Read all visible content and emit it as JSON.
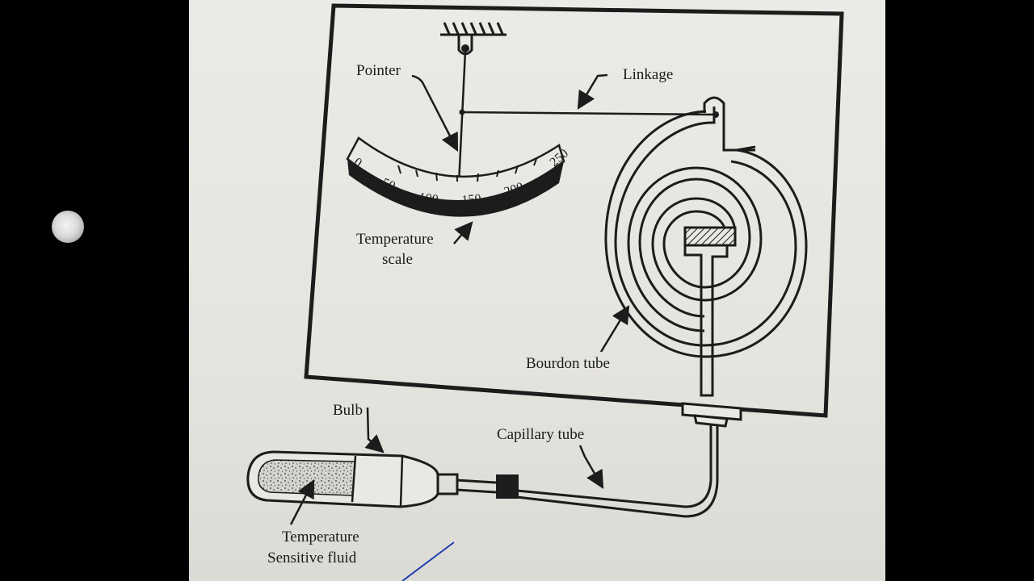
{
  "labels": {
    "pointer": "Pointer",
    "linkage": "Linkage",
    "temperature_scale_line1": "Temperature",
    "temperature_scale_line2": "scale",
    "bourdon_tube": "Bourdon tube",
    "bulb": "Bulb",
    "capillary_tube": "Capillary tube",
    "fluid_line1": "Temperature",
    "fluid_line2": "Sensitive fluid"
  },
  "scale_ticks": [
    "0",
    "50",
    "100",
    "150",
    "200",
    "250"
  ],
  "colors": {
    "ink": "#1c1c1c",
    "paper": "#e9e8e4",
    "background": "#000000",
    "pen_mark": "#1f3fae"
  }
}
